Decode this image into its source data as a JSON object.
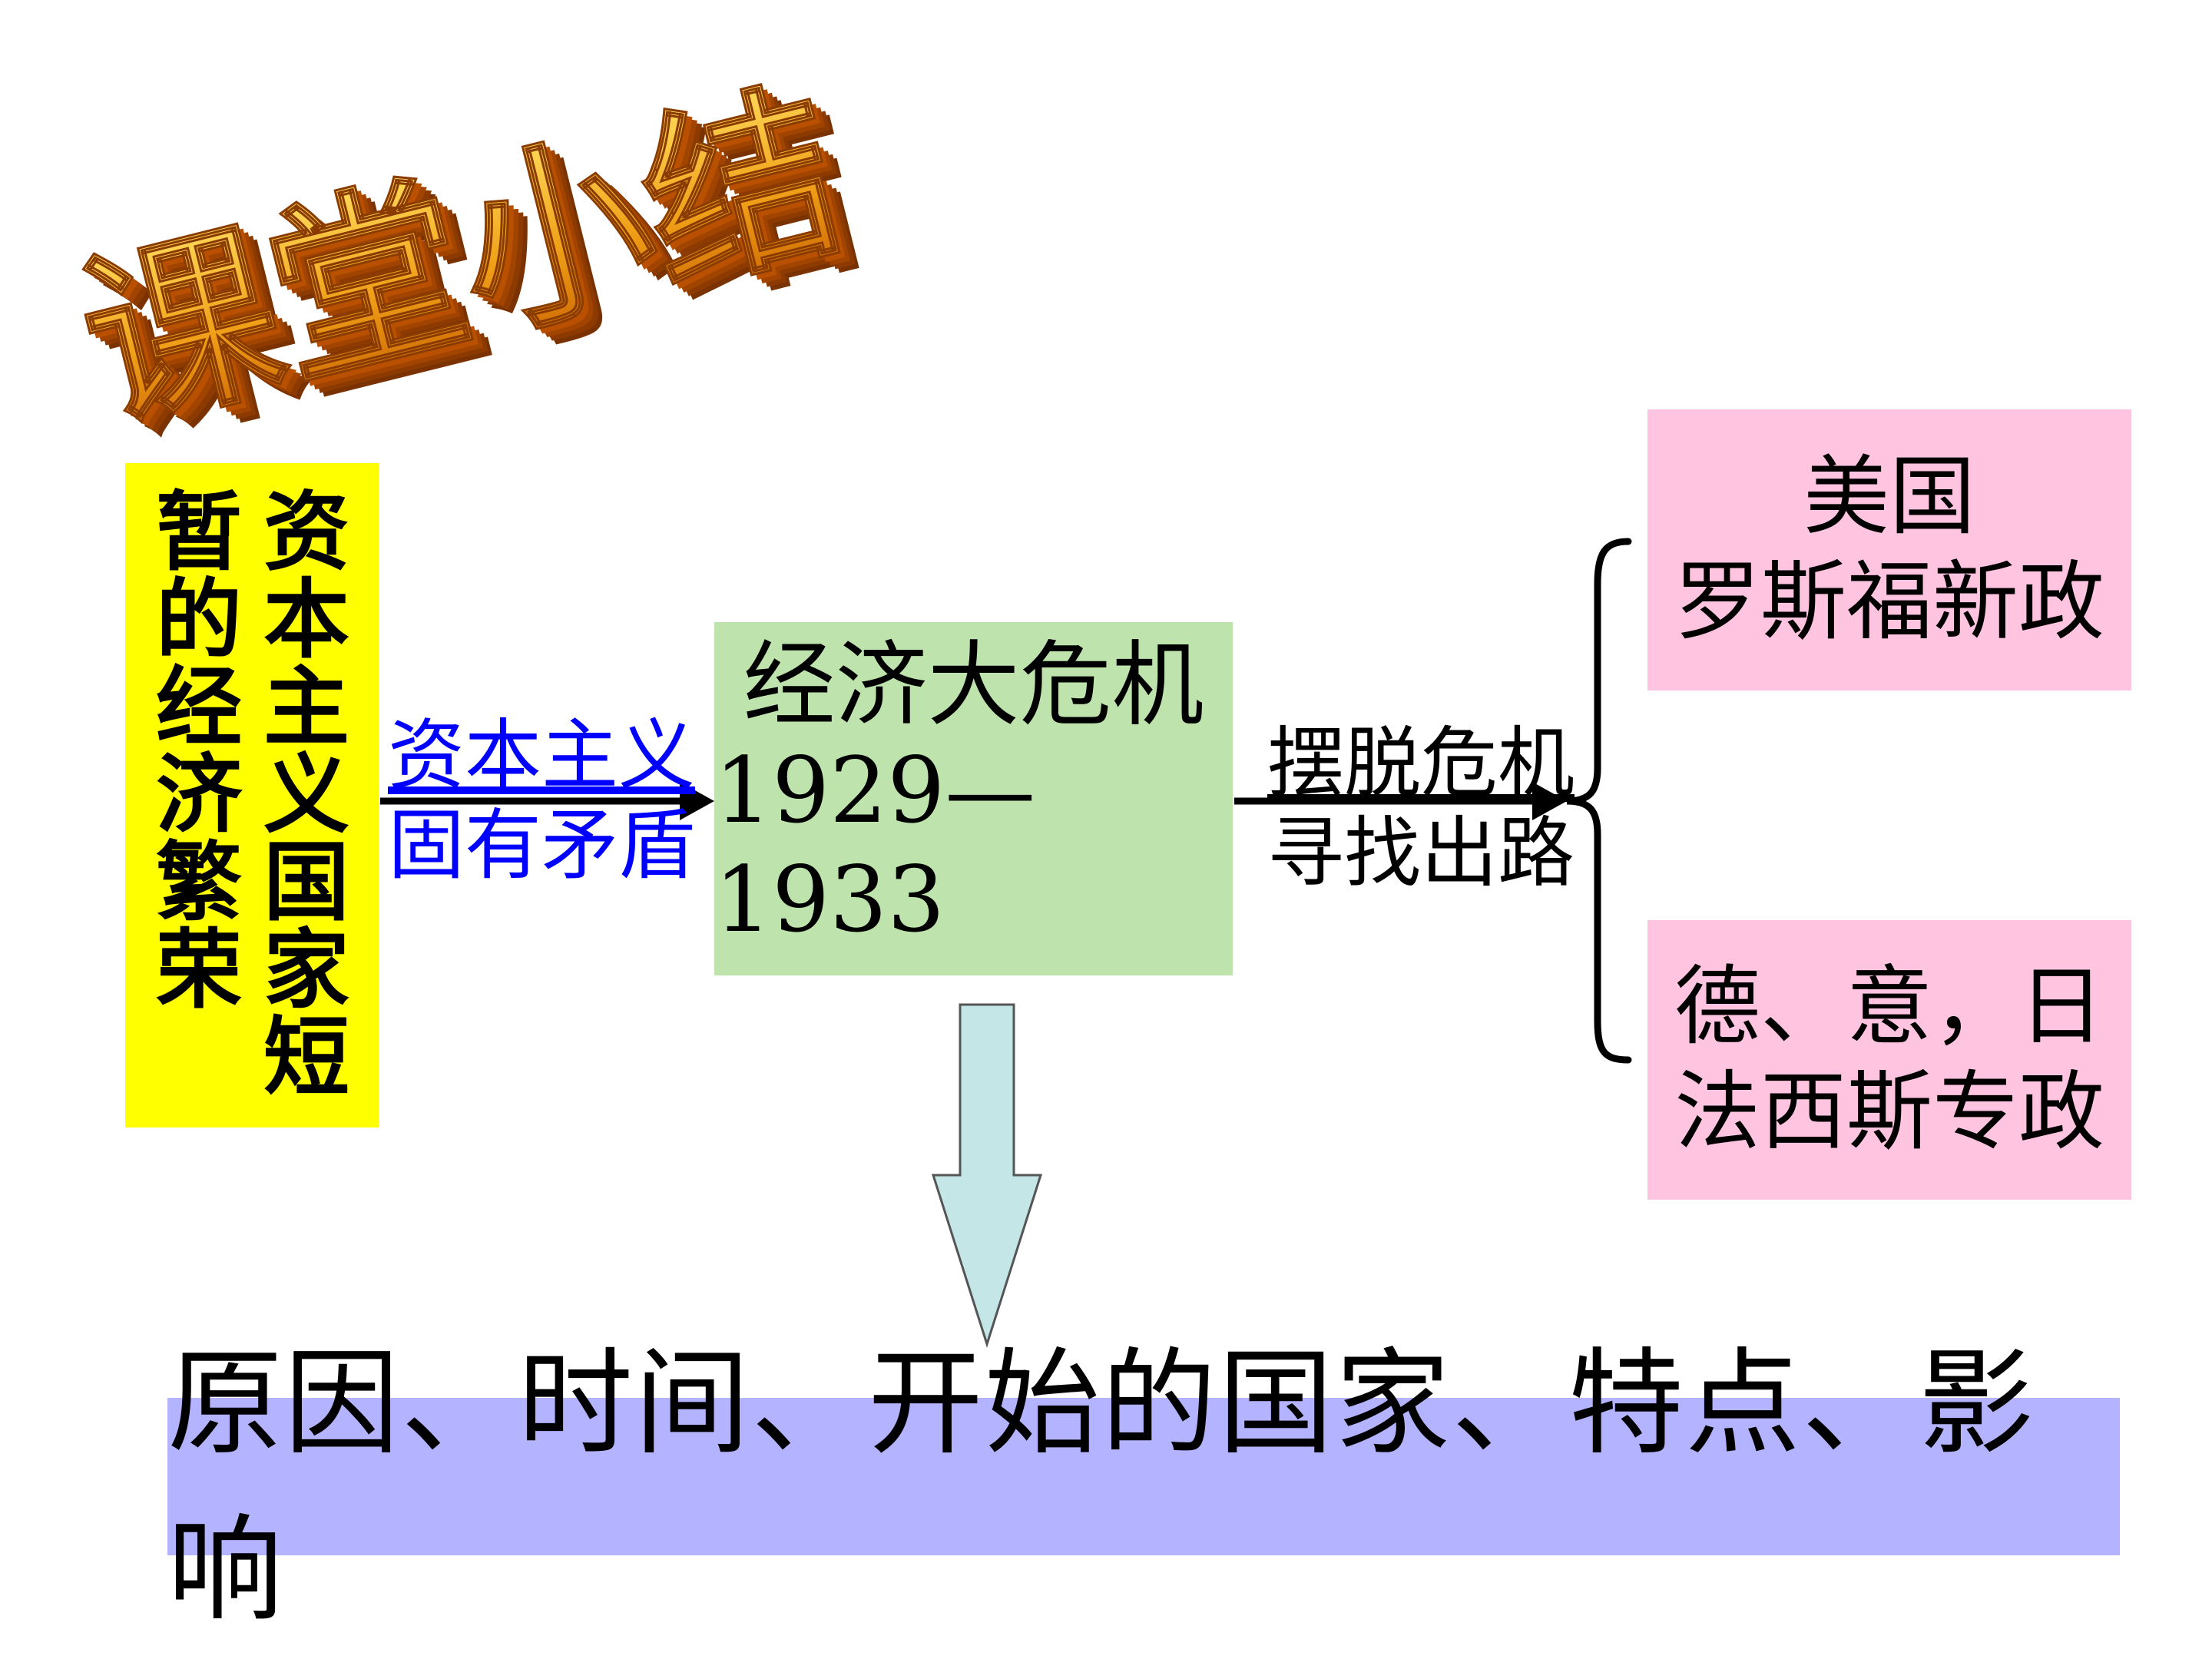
{
  "title": "课堂小结",
  "prosperity_box": {
    "column_1": "资本主义国家短",
    "column_2": "暂的经济繁荣"
  },
  "cause_label": {
    "line1": "资本主义",
    "line2": "固有矛盾"
  },
  "crisis_box": {
    "line1": "经济大危机",
    "line2": "1929—1933"
  },
  "solution_label": {
    "line1": "摆脱危机",
    "line2": "寻找出路"
  },
  "outcome_usa": {
    "line1": "美国",
    "line2": "罗斯福新政"
  },
  "outcome_fascism": {
    "line1": "德、意，日",
    "line2": "法西斯专政"
  },
  "summary_box": "原因、时间、开始的国家、特点、影响",
  "colors": {
    "prosperity_bg": "#ffff00",
    "crisis_bg": "#bfe3ad",
    "outcome_bg": "#ffc4e0",
    "summary_bg": "#b3b3ff",
    "cause_text": "#0000ff",
    "down_arrow_fill": "#c5e6e6",
    "title_face": "#e8a010",
    "title_side": "#a84a00"
  }
}
